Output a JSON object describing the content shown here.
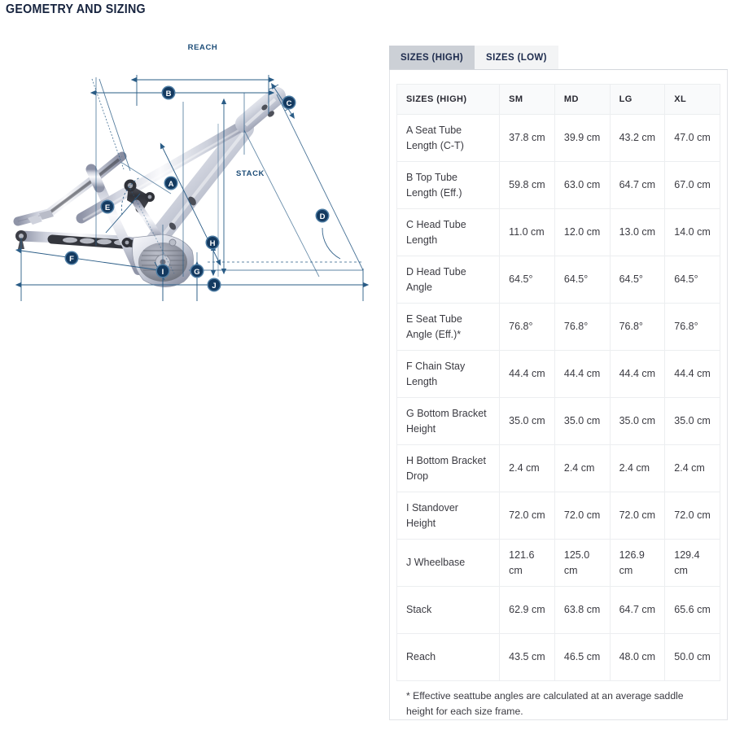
{
  "page": {
    "title": "GEOMETRY AND SIZING"
  },
  "diagram": {
    "name": "bicycle-frame-geometry-diagram",
    "labels": {
      "reach": "REACH",
      "stack": "STACK"
    },
    "markers": [
      {
        "id": "A",
        "meaning": "Seat Tube Length (C-T)"
      },
      {
        "id": "B",
        "meaning": "Top Tube Length (Eff.)"
      },
      {
        "id": "C",
        "meaning": "Head Tube Length"
      },
      {
        "id": "D",
        "meaning": "Head Tube Angle"
      },
      {
        "id": "E",
        "meaning": "Seat Tube Angle (Eff.)"
      },
      {
        "id": "F",
        "meaning": "Chain Stay Length"
      },
      {
        "id": "G",
        "meaning": "Bottom Bracket Height"
      },
      {
        "id": "H",
        "meaning": "Bottom Bracket Drop"
      },
      {
        "id": "I",
        "meaning": "Standover Height"
      },
      {
        "id": "J",
        "meaning": "Wheelbase"
      }
    ],
    "colors": {
      "dimension_line": "#2a5c86",
      "marker_fill": "#143a60",
      "marker_ring": "#4d7ca3",
      "label_text": "#1d4d78",
      "frame_light": "#f2f3f7",
      "frame_mid": "#c9ccd8",
      "frame_dark": "#7b8095",
      "frame_accent": "#3a3c44"
    }
  },
  "tabs": [
    {
      "label": "SIZES (HIGH)",
      "active": true
    },
    {
      "label": "SIZES (LOW)",
      "active": false
    }
  ],
  "table": {
    "columns": [
      "SIZES (HIGH)",
      "SM",
      "MD",
      "LG",
      "XL"
    ],
    "rows": [
      {
        "label": "A Seat Tube Length (C-T)",
        "values": [
          "37.8 cm",
          "39.9 cm",
          "43.2 cm",
          "47.0 cm"
        ]
      },
      {
        "label": "B Top Tube Length (Eff.)",
        "values": [
          "59.8 cm",
          "63.0 cm",
          "64.7 cm",
          "67.0 cm"
        ]
      },
      {
        "label": "C Head Tube Length",
        "values": [
          "11.0 cm",
          "12.0 cm",
          "13.0 cm",
          "14.0 cm"
        ]
      },
      {
        "label": "D Head Tube Angle",
        "values": [
          "64.5°",
          "64.5°",
          "64.5°",
          "64.5°"
        ]
      },
      {
        "label": "E Seat Tube Angle (Eff.)*",
        "values": [
          "76.8°",
          "76.8°",
          "76.8°",
          "76.8°"
        ]
      },
      {
        "label": "F Chain Stay Length",
        "values": [
          "44.4 cm",
          "44.4 cm",
          "44.4 cm",
          "44.4 cm"
        ]
      },
      {
        "label": "G Bottom Bracket Height",
        "values": [
          "35.0 cm",
          "35.0 cm",
          "35.0 cm",
          "35.0 cm"
        ]
      },
      {
        "label": "H Bottom Bracket Drop",
        "values": [
          "2.4 cm",
          "2.4 cm",
          "2.4 cm",
          "2.4 cm"
        ]
      },
      {
        "label": "I Standover Height",
        "values": [
          "72.0 cm",
          "72.0 cm",
          "72.0 cm",
          "72.0 cm"
        ]
      },
      {
        "label": "J Wheelbase",
        "values": [
          "121.6 cm",
          "125.0 cm",
          "126.9 cm",
          "129.4 cm"
        ]
      },
      {
        "label": "Stack",
        "values": [
          "62.9 cm",
          "63.8 cm",
          "64.7 cm",
          "65.6 cm"
        ]
      },
      {
        "label": "Reach",
        "values": [
          "43.5 cm",
          "46.5 cm",
          "48.0 cm",
          "50.0 cm"
        ]
      }
    ]
  },
  "footnote": "* Effective seattube angles are calculated at an average saddle height for each size frame."
}
